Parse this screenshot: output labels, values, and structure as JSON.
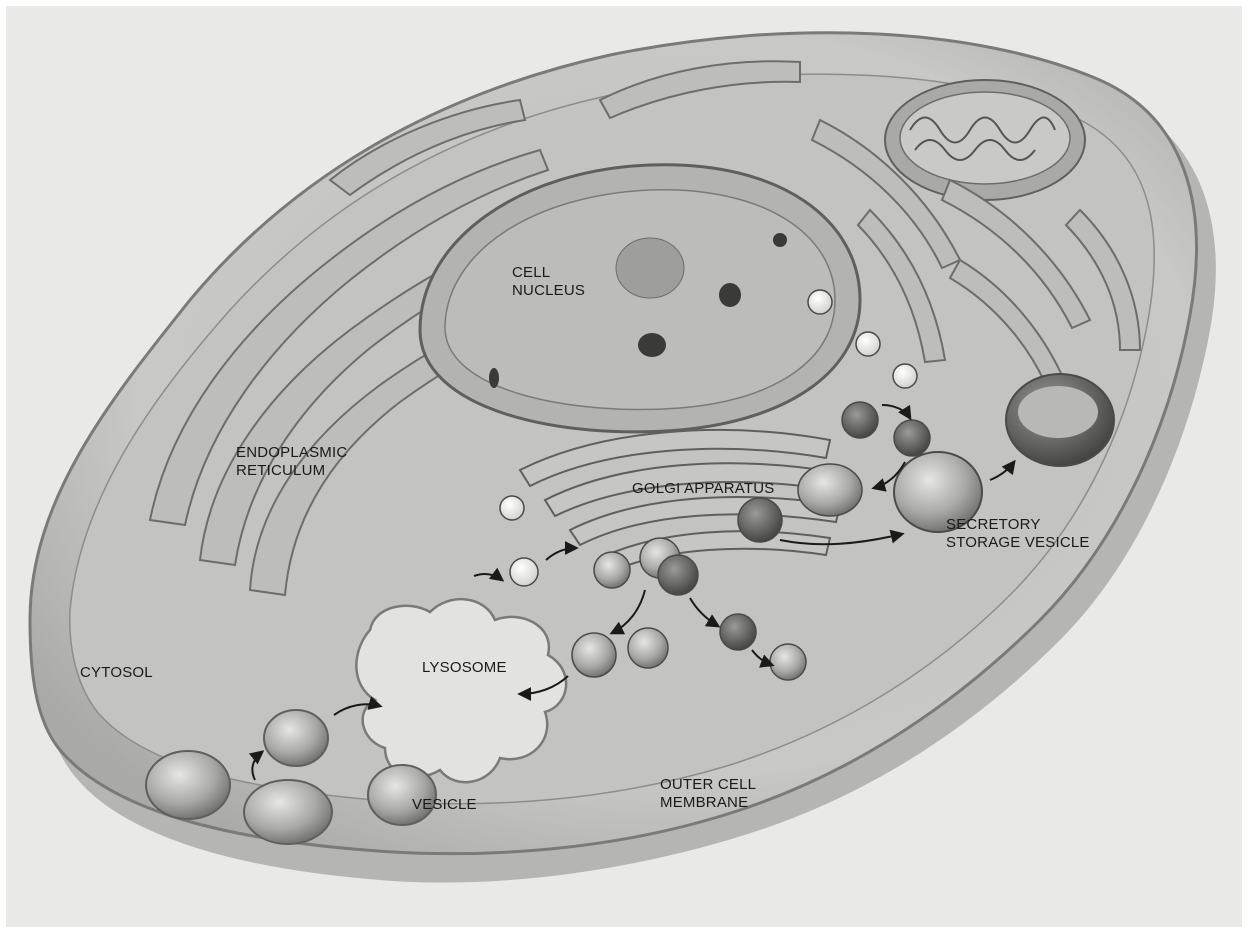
{
  "labels": {
    "cell_nucleus": [
      "CELL",
      "NUCLEUS"
    ],
    "endoplasmic_reticulum": [
      "ENDOPLASMIC",
      "RETICULUM"
    ],
    "golgi_apparatus": "GOLGI APPARATUS",
    "secretory_storage_vesicle": [
      "SECRETORY",
      "STORAGE VESICLE"
    ],
    "cytosol": "CYTOSOL",
    "lysosome": "LYSOSOME",
    "vesicle": "VESICLE",
    "outer_cell_membrane": [
      "OUTER CELL",
      "MEMBRANE"
    ]
  },
  "colors": {
    "background": "#e9e9e7",
    "cytoplasm": "#c9c9c6",
    "membrane_edge": "#7a7a77",
    "er_fill": "#bdbdb9",
    "er_stroke": "#6d6d6a",
    "nucleus_fill": "#b3b3af",
    "nucleolus": "#3a3a38",
    "lysosome_fill": "#e2e2de",
    "vesicle_dark": "#6e6e6b",
    "vesicle_light": "#dcdcd8",
    "arrow": "#1a1a1a"
  }
}
